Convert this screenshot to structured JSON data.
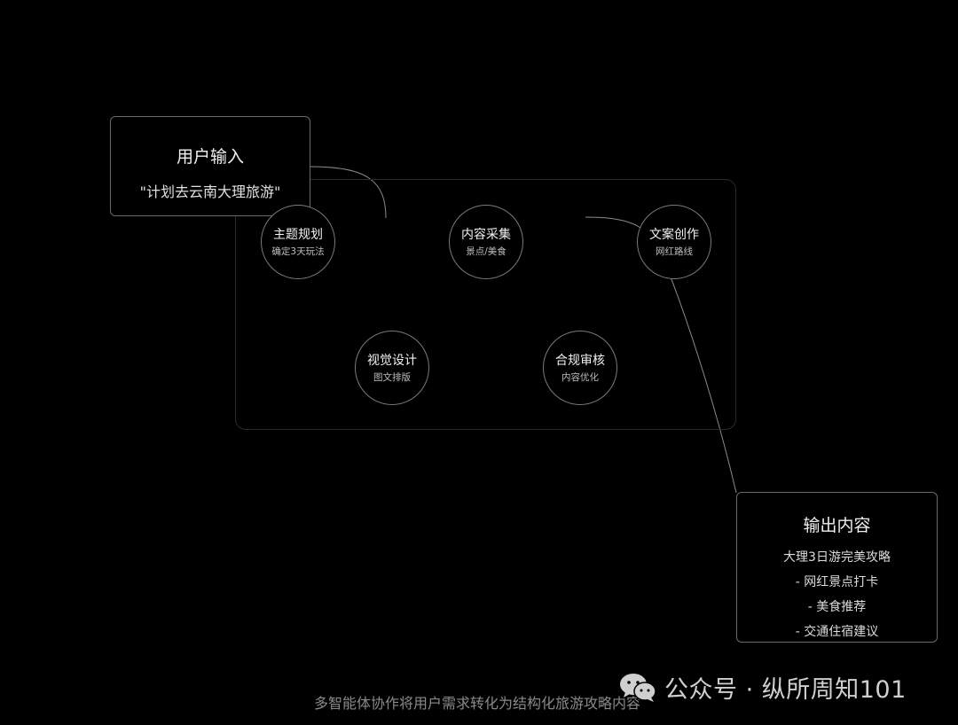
{
  "input": {
    "title": "用户输入",
    "text": "\"计划去云南大理旅游\""
  },
  "agents": [
    {
      "title": "主题规划",
      "sub": "确定3天玩法"
    },
    {
      "title": "内容采集",
      "sub": "景点/美食"
    },
    {
      "title": "文案创作",
      "sub": "网红路线"
    },
    {
      "title": "视觉设计",
      "sub": "图文排版"
    },
    {
      "title": "合规审核",
      "sub": "内容优化"
    }
  ],
  "output": {
    "title": "输出内容",
    "lines": [
      "大理3日游完美攻略",
      "- 网红景点打卡",
      "- 美食推荐",
      "- 交通住宿建议"
    ]
  },
  "caption": "多智能体协作将用户需求转化为结构化旅游攻略内容",
  "watermark": {
    "text": "公众号 · 纵所周知101",
    "icon": "wechat-icon"
  },
  "colors": {
    "background": "#000000",
    "stroke": "#7a7a7a",
    "text": "#f0f0f0"
  }
}
